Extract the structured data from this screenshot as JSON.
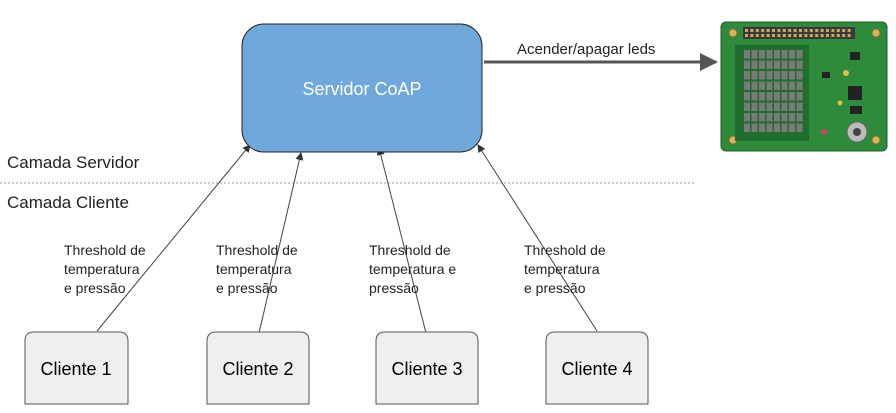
{
  "server": {
    "label": "Servidor CoAP",
    "fill": "#6fa8dc",
    "stroke": "#222222"
  },
  "action": {
    "label": "Acender/apagar leds"
  },
  "layers": {
    "server": "Camada Servidor",
    "client": "Camada Cliente"
  },
  "clients": [
    {
      "label": "Cliente 1",
      "edge_label": "Threshold de\ntemperatura\ne pressão"
    },
    {
      "label": "Cliente 2",
      "edge_label": "Threshold de\ntemperatura\ne pressão"
    },
    {
      "label": "Cliente 3",
      "edge_label": "Threshold de\ntemperatura e\npressão"
    },
    {
      "label": "Cliente 4",
      "edge_label": "Threshold de\ntemperatura\ne pressão"
    }
  ],
  "client_style": {
    "fill": "#efefef",
    "stroke": "#555555"
  },
  "board": {
    "pcb": "#2e8b3c",
    "led_off": "#7a7a7a",
    "icon": "sense-hat-board-icon"
  }
}
